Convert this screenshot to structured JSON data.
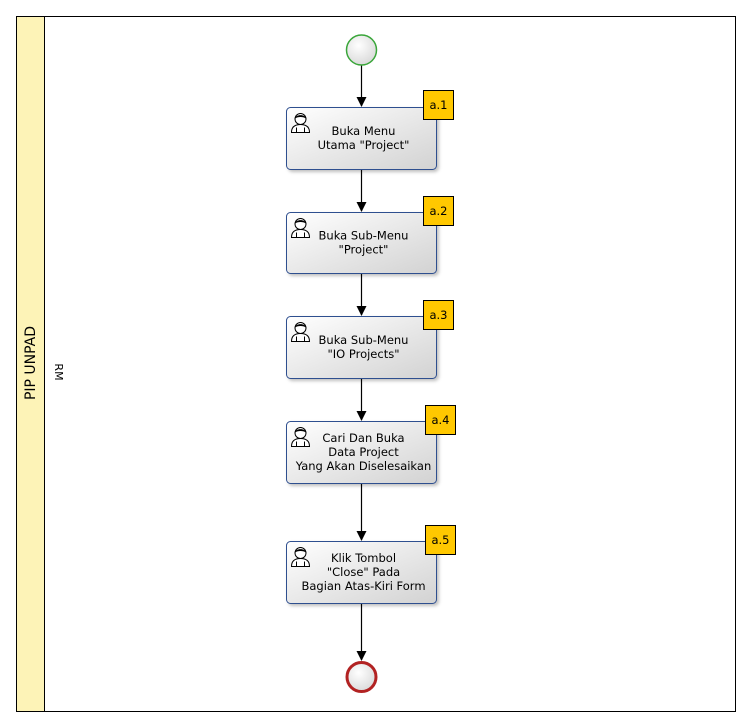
{
  "pool": {
    "title": "PIP UNPAD",
    "lane": "RM"
  },
  "events": {
    "start": {
      "name": "start-event"
    },
    "end": {
      "name": "end-event"
    }
  },
  "tasks": [
    {
      "badge": "a.1",
      "lines": [
        "Buka Menu",
        "Utama \"Project\""
      ]
    },
    {
      "badge": "a.2",
      "lines": [
        "Buka Sub-Menu",
        "\"Project\""
      ]
    },
    {
      "badge": "a.3",
      "lines": [
        "Buka Sub-Menu",
        "\"IO Projects\""
      ]
    },
    {
      "badge": "a.4",
      "lines": [
        "Cari Dan Buka",
        "Data Project",
        "Yang Akan Diselesaikan"
      ]
    },
    {
      "badge": "a.5",
      "lines": [
        "Klik Tombol",
        "\"Close\" Pada",
        "Bagian Atas-Kiri Form"
      ]
    }
  ],
  "colors": {
    "pool_header_fill": "#fdf3b7",
    "task_border": "#2f4f8f",
    "badge_fill": "#ffc800",
    "start_stroke": "#3aa63a",
    "end_stroke": "#b22222"
  }
}
